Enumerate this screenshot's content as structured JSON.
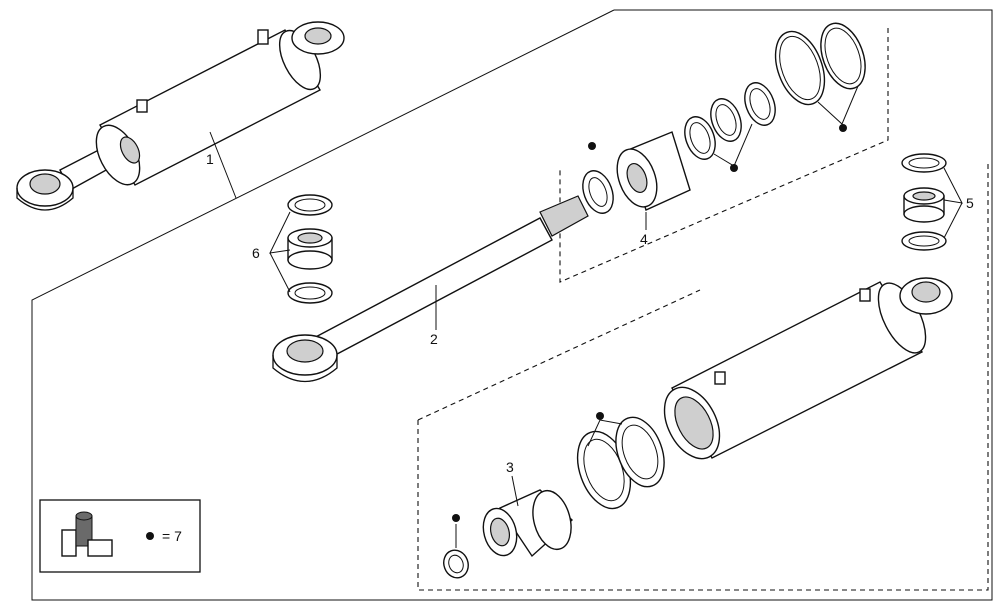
{
  "callouts": {
    "c1": "1",
    "c2": "2",
    "c3": "3",
    "c4": "4",
    "c5": "5",
    "c6": "6"
  },
  "legend": {
    "text": "= 7"
  }
}
